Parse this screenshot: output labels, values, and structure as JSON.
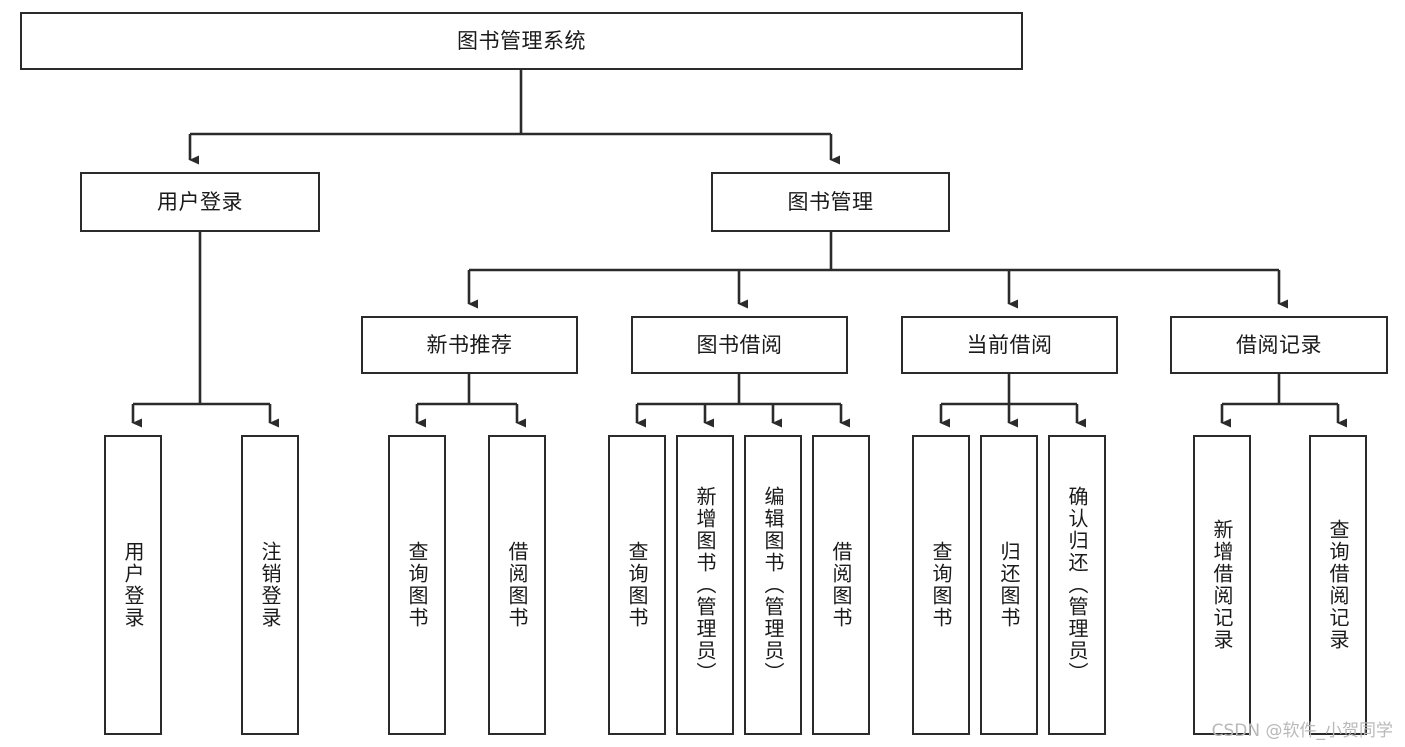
{
  "diagram": {
    "type": "tree-hierarchy-diagram",
    "title": "图书管理系统",
    "watermark": "CSDN @软件_小贺同学",
    "colors": {
      "box_border": "#2b2b2b",
      "box_fill": "#ffffff",
      "connector": "#2b2b2b",
      "text": "#1a1a1a",
      "watermark": "#b9b9b9",
      "background": "#ffffff"
    },
    "nodes": {
      "root": {
        "label": "图书管理系统",
        "level": 0,
        "orientation": "horizontal"
      },
      "l1": [
        {
          "id": "user-login",
          "label": "用户登录",
          "orientation": "horizontal"
        },
        {
          "id": "book-manage",
          "label": "图书管理",
          "orientation": "horizontal"
        }
      ],
      "l2": [
        {
          "id": "new-book-recommend",
          "label": "新书推荐",
          "orientation": "horizontal",
          "parent": "book-manage"
        },
        {
          "id": "book-borrow",
          "label": "图书借阅",
          "orientation": "horizontal",
          "parent": "book-manage"
        },
        {
          "id": "current-borrow",
          "label": "当前借阅",
          "orientation": "horizontal",
          "parent": "book-manage"
        },
        {
          "id": "borrow-record",
          "label": "借阅记录",
          "orientation": "horizontal",
          "parent": "book-manage"
        }
      ],
      "leaves": {
        "user-login": [
          {
            "id": "leaf-user-login",
            "label": "用户登录"
          },
          {
            "id": "leaf-user-logout",
            "label": "注销登录"
          }
        ],
        "new-book-recommend": [
          {
            "id": "leaf-query-book-1",
            "label": "查询图书"
          },
          {
            "id": "leaf-borrow-book-1",
            "label": "借阅图书"
          }
        ],
        "book-borrow": [
          {
            "id": "leaf-query-book-2",
            "label": "查询图书"
          },
          {
            "id": "leaf-add-book",
            "label": "新增图书（管理员）"
          },
          {
            "id": "leaf-edit-book",
            "label": "编辑图书（管理员）"
          },
          {
            "id": "leaf-borrow-book-2",
            "label": "借阅图书"
          }
        ],
        "current-borrow": [
          {
            "id": "leaf-query-book-3",
            "label": "查询图书"
          },
          {
            "id": "leaf-return-book",
            "label": "归还图书"
          },
          {
            "id": "leaf-confirm-return",
            "label": "确认归还（管理员）"
          }
        ],
        "borrow-record": [
          {
            "id": "leaf-add-record",
            "label": "新增借阅记录"
          },
          {
            "id": "leaf-query-record",
            "label": "查询借阅记录"
          }
        ]
      }
    }
  }
}
